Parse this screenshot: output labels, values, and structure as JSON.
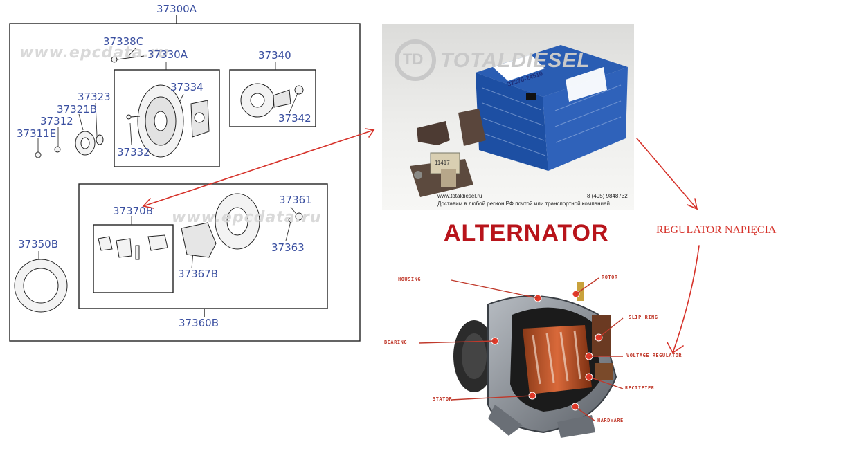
{
  "parts_diagram": {
    "assembly_number": "37300A",
    "watermark_text_1": "www.epcdata.ru",
    "watermark_text_2": "www.epcdata.ru",
    "parts": {
      "p37338C": "37338C",
      "p37330A": "37330A",
      "p37340": "37340",
      "p37334": "37334",
      "p37323": "37323",
      "p37321B": "37321B",
      "p37312": "37312",
      "p37311E": "37311E",
      "p37332": "37332",
      "p37342": "37342",
      "p37370B": "37370B",
      "p37361": "37361",
      "p37363": "37363",
      "p37350B": "37350B",
      "p37367B": "37367B",
      "p37360B": "37360B"
    }
  },
  "photo": {
    "brand_watermark": "TOTALDIESEL",
    "brand_logo": "TD",
    "box_part_number": "37370-24510",
    "regulator_code": "11417",
    "website": "www.totaldiesel.ru",
    "phone": "8 (495) 9848732",
    "delivery_text": "Доставим в любой регион РФ почтой или транспортной компанией"
  },
  "alternator": {
    "title": "ALTERNATOR",
    "labels": {
      "housing": "HOUSING",
      "rotor": "ROTOR",
      "slip_ring": "SLIP RING",
      "bearing": "BEARING",
      "voltage_regulator": "VOLTAGE REGULATOR",
      "rectifier": "RECTIFIER",
      "stator": "STATOR",
      "hardware": "HARDWARE"
    }
  },
  "annotation": {
    "regulator_label": "REGULATOR NAPIĘCIA",
    "arrow_color": "#d6322a"
  },
  "colors": {
    "part_number_blue": "#3a4fa0",
    "title_red": "#b8141b",
    "box_blue": "#1d4fa3"
  }
}
